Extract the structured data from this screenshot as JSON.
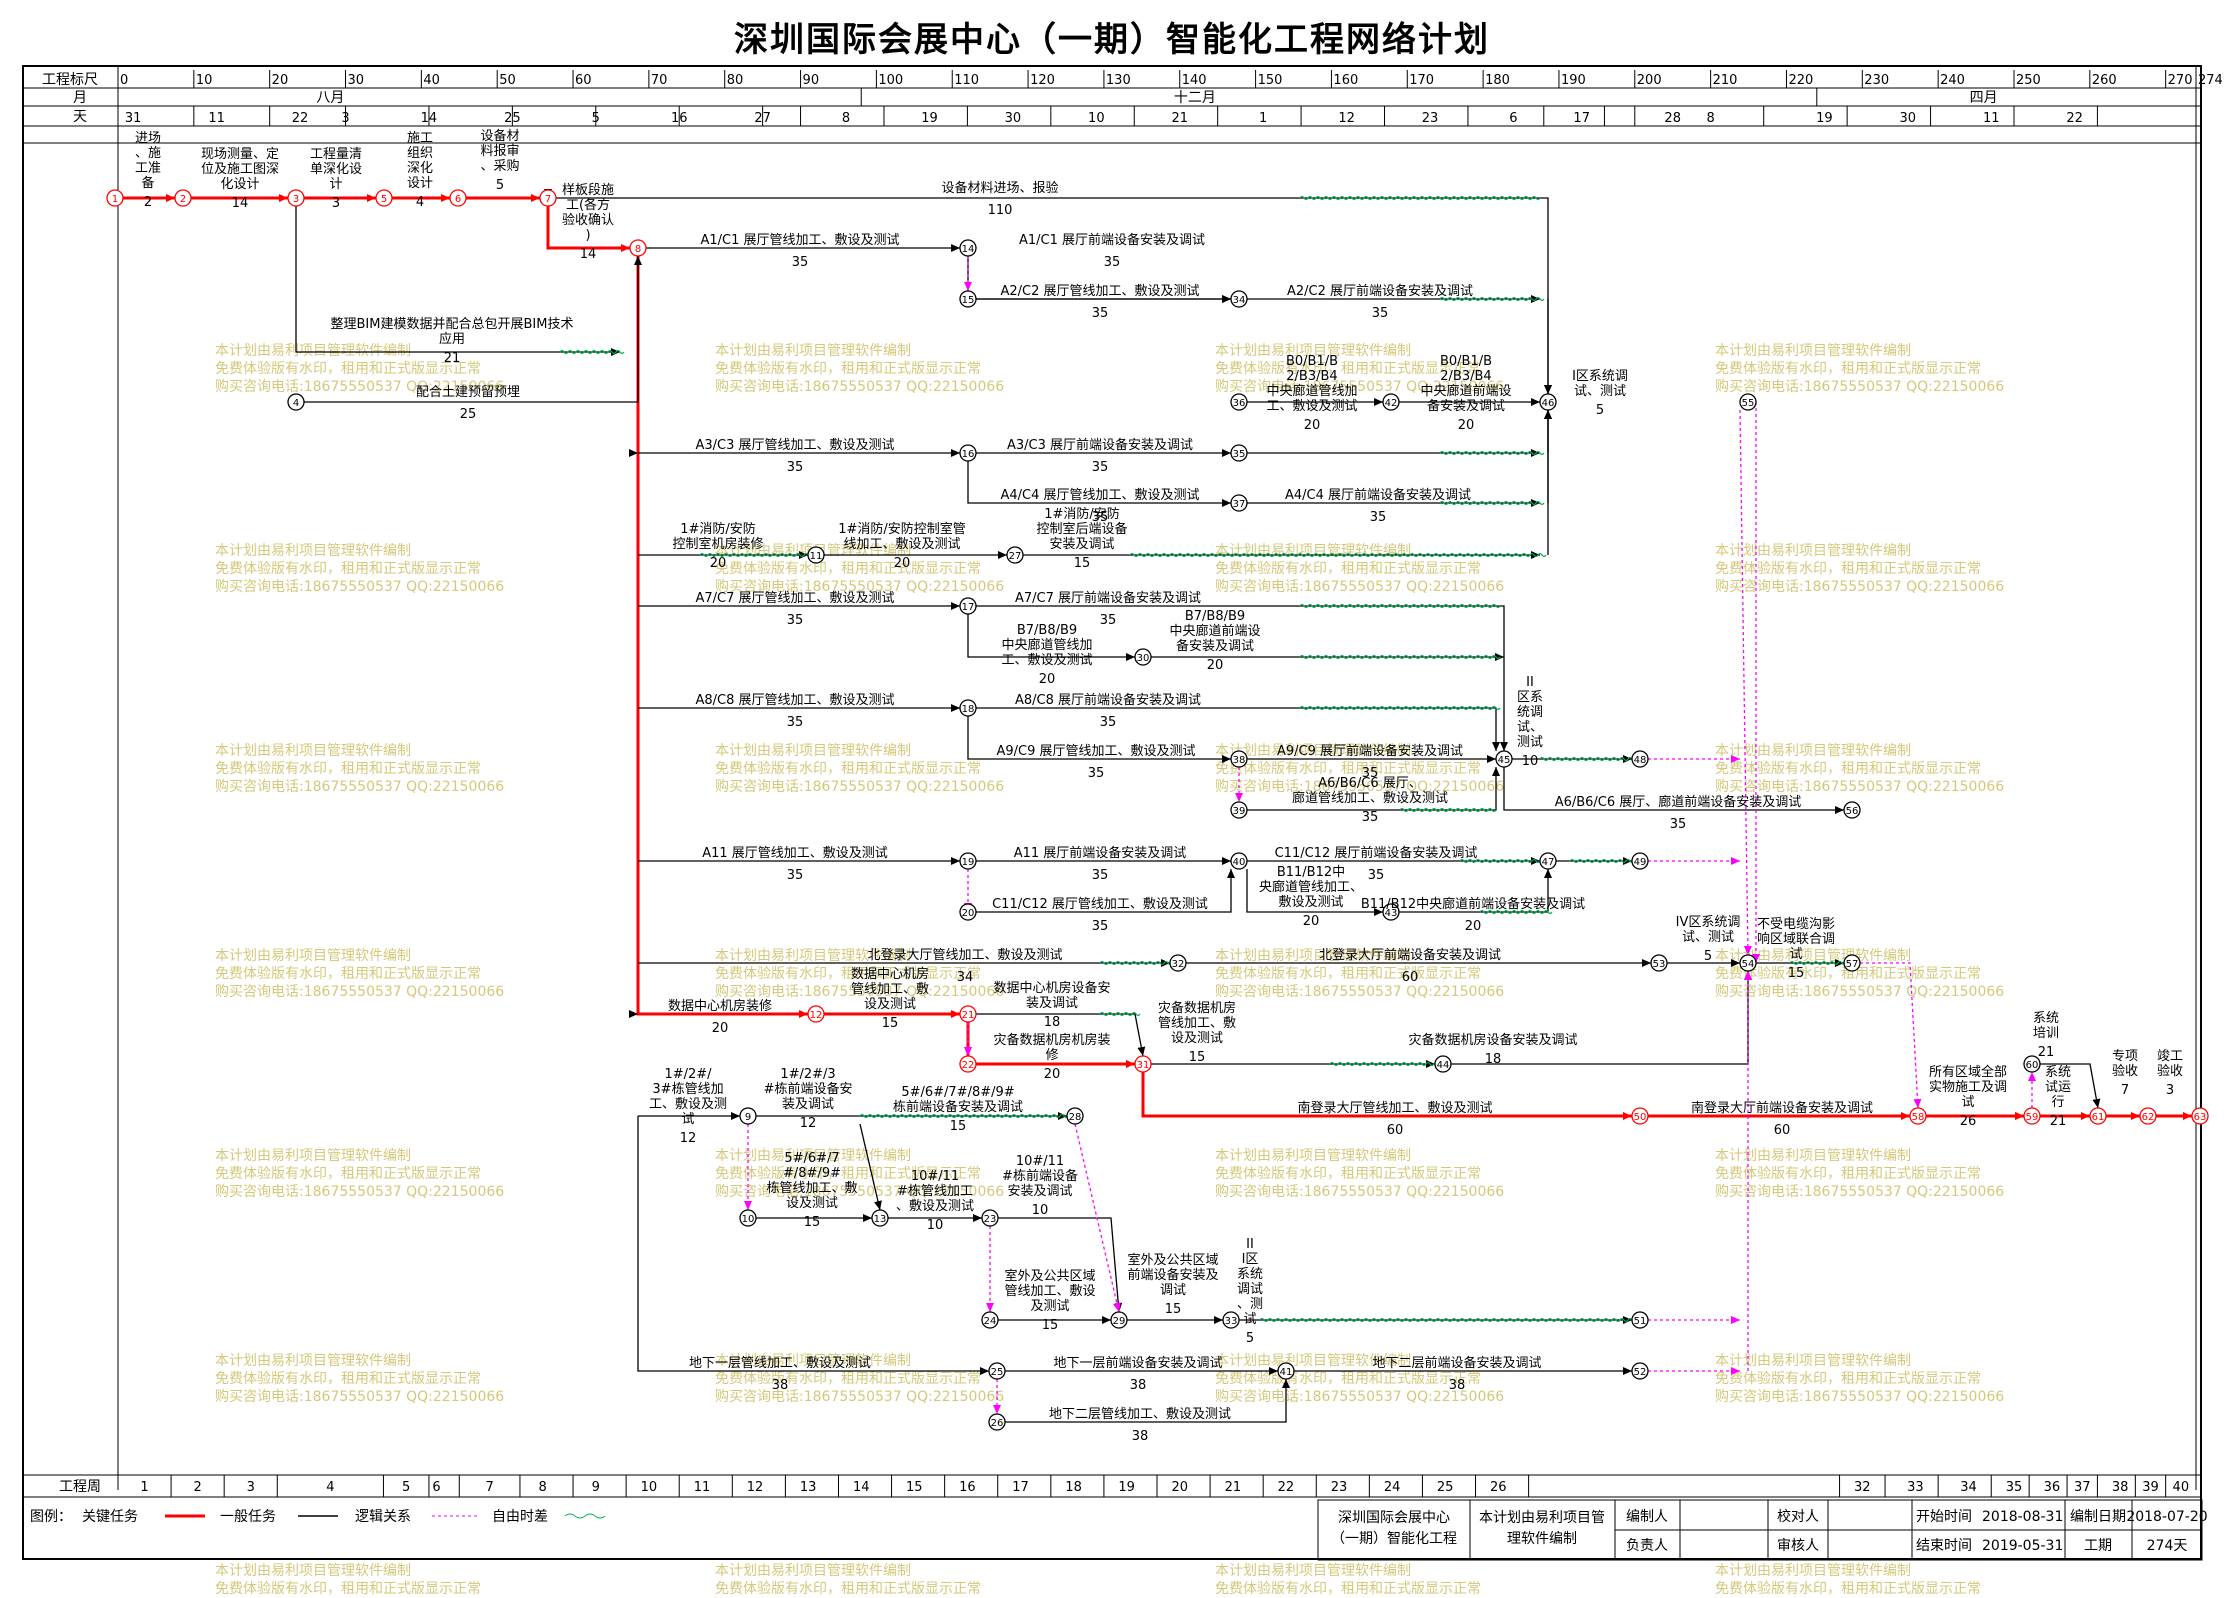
{
  "title": "深圳国际会展中心（一期）智能化工程网络计划",
  "ruler_label": "工程标尺",
  "month_label": "月",
  "day_label": "天",
  "week_label": "工程周",
  "ruler_ticks": [
    "0",
    "10",
    "20",
    "30",
    "40",
    "50",
    "60",
    "70",
    "80",
    "90",
    "100",
    "110",
    "120",
    "130",
    "140",
    "150",
    "160",
    "170",
    "180",
    "190",
    "200",
    "210",
    "220",
    "230",
    "240",
    "250",
    "260",
    "270",
    "274"
  ],
  "months": [
    "八月",
    "十二月",
    "四月"
  ],
  "days": [
    "31",
    "11",
    "22",
    "3",
    "14",
    "25",
    "5",
    "16",
    "27",
    "8",
    "19",
    "30",
    "10",
    "21",
    "1",
    "12",
    "23",
    "6",
    "17",
    "28",
    "8",
    "19",
    "30",
    "11",
    "22"
  ],
  "weeks": [
    "1",
    "2",
    "3",
    "4",
    "5",
    "6",
    "7",
    "8",
    "9",
    "10",
    "11",
    "12",
    "13",
    "14",
    "15",
    "16",
    "17",
    "18",
    "19",
    "20",
    "21",
    "22",
    "23",
    "24",
    "25",
    "26",
    "32",
    "33",
    "34",
    "35",
    "36",
    "37",
    "38",
    "39",
    "40"
  ],
  "legend": {
    "label": "图例：",
    "critical": "关键任务",
    "general": "一般任务",
    "logic": "逻辑关系",
    "float": "自由时差"
  },
  "colors": {
    "critical": "#ff0000",
    "general": "#000000",
    "float": "#00b050",
    "logic": "#ff00ff",
    "watermark": "#d4c87a"
  },
  "footer": {
    "project": "深圳国际会展中心（一期）智能化工程",
    "software": "本计划由易利项目管理软件编制",
    "compiler_label": "编制人",
    "manager_label": "负责人",
    "checker_label": "校对人",
    "reviewer_label": "审核人",
    "start_label": "开始时间",
    "start": "2018-08-31",
    "end_label": "结束时间",
    "end": "2019-05-31",
    "made_label": "编制日期",
    "made": "2018-07-20",
    "duration_label": "工期",
    "duration": "274天"
  },
  "watermark": [
    "本计划由易利项目管理软件编制",
    "免费体验版有水印，租用和正式版显示正常",
    "购买咨询电话:18675550537 QQ:22150066"
  ],
  "tasks": [
    {
      "name": "进场、施工准备",
      "days": "2"
    },
    {
      "name": "现场测量、定位及施工图深化设计",
      "days": "14"
    },
    {
      "name": "工程量清单深化设计",
      "days": "3"
    },
    {
      "name": "施工组织深化设计",
      "days": "4"
    },
    {
      "name": "设备材料报审、采购",
      "days": "5"
    },
    {
      "name": "样板段施工(各方验收确认)",
      "days": "14"
    },
    {
      "name": "设备材料进场、报验",
      "days": "110"
    },
    {
      "name": "整理BIM建模数据并配合总包开展BIM技术应用",
      "days": "21"
    },
    {
      "name": "配合土建预留预埋",
      "days": "25"
    },
    {
      "name": "A1/C1 展厅管线加工、敷设及测试",
      "days": "35"
    },
    {
      "name": "A1/C1 展厅前端设备安装及调试",
      "days": "35"
    },
    {
      "name": "A2/C2 展厅管线加工、敷设及测试",
      "days": "35"
    },
    {
      "name": "A2/C2 展厅前端设备安装及调试",
      "days": "35"
    },
    {
      "name": "B0/B1/B2/B3/B4中央廊道管线加工、敷设及测试",
      "days": "20"
    },
    {
      "name": "B0/B1/B2/B3/B4中央廊道前端设备安装及调试",
      "days": "20"
    },
    {
      "name": "I区系统调试、测试",
      "days": "5"
    },
    {
      "name": "A3/C3 展厅管线加工、敷设及测试",
      "days": "35"
    },
    {
      "name": "A3/C3 展厅前端设备安装及调试",
      "days": "35"
    },
    {
      "name": "A4/C4 展厅管线加工、敷设及测试",
      "days": "35"
    },
    {
      "name": "A4/C4 展厅前端设备安装及调试",
      "days": "35"
    },
    {
      "name": "1#消防/安防控制室机房装修",
      "days": "20"
    },
    {
      "name": "1#消防/安防控制室管线加工、敷设及测试",
      "days": "20"
    },
    {
      "name": "1#消防/安防控制室后端设备安装及调试",
      "days": "15"
    },
    {
      "name": "A7/C7 展厅管线加工、敷设及测试",
      "days": "35"
    },
    {
      "name": "A7/C7 展厅前端设备安装及调试",
      "days": "35"
    },
    {
      "name": "B7/B8/B9 中央廊道管线加工、敷设及测试",
      "days": "20"
    },
    {
      "name": "B7/B8/B9 中央廊道前端设备安装及调试",
      "days": "20"
    },
    {
      "name": "A8/C8 展厅管线加工、敷设及测试",
      "days": "35"
    },
    {
      "name": "A8/C8 展厅前端设备安装及调试",
      "days": "35"
    },
    {
      "name": "A9/C9 展厅管线加工、敷设及测试",
      "days": "35"
    },
    {
      "name": "A9/C9 展厅前端设备安装及调试",
      "days": "35"
    },
    {
      "name": "A6/B6/C6 展厅、廊道管线加工、敷设及测试",
      "days": "35"
    },
    {
      "name": "A6/B6/C6 展厅、廊道前端设备安装及调试",
      "days": "35"
    },
    {
      "name": "II区系统调试、测试",
      "days": "10"
    },
    {
      "name": "A11 展厅管线加工、敷设及测试",
      "days": "35"
    },
    {
      "name": "A11 展厅前端设备安装及调试",
      "days": "35"
    },
    {
      "name": "C11/C12 展厅管线加工、敷设及测试",
      "days": "35"
    },
    {
      "name": "C11/C12 展厅前端设备安装及调试",
      "days": "35"
    },
    {
      "name": "B11/B12中央廊道管线加工、敷设及测试",
      "days": "20"
    },
    {
      "name": "B11/B12中央廊道前端设备安装及调试",
      "days": "20"
    },
    {
      "name": "IV区系统调试、测试",
      "days": "5"
    },
    {
      "name": "北登录大厅管线加工、敷设及测试",
      "days": "34"
    },
    {
      "name": "北登录大厅前端设备安装及调试",
      "days": "60"
    },
    {
      "name": "数据中心机房装修",
      "days": "20"
    },
    {
      "name": "数据中心机房管线加工、敷设及测试",
      "days": "15"
    },
    {
      "name": "数据中心机房设备安装及调试",
      "days": "18"
    },
    {
      "name": "灾备数据机房机房装修",
      "days": "20"
    },
    {
      "name": "灾备数据机房管线加工、敷设及测试",
      "days": "15"
    },
    {
      "name": "灾备数据机房设备安装及调试",
      "days": "18"
    },
    {
      "name": "南登录大厅管线加工、敷设及测试",
      "days": "60"
    },
    {
      "name": "南登录大厅前端设备安装及调试",
      "days": "60"
    },
    {
      "name": "不受电缆沟影响区域联合调试",
      "days": "15"
    },
    {
      "name": "1#/2#/3#栋管线加工、敷设及测试",
      "days": "12"
    },
    {
      "name": "1#/2#/3#栋前端设备安装及调试",
      "days": "12"
    },
    {
      "name": "5#/6#/7#/8#/9#栋前端设备安装及调试",
      "days": "15"
    },
    {
      "name": "5#/6#/7#/8#/9#栋管线加工、敷设及测试",
      "days": "15"
    },
    {
      "name": "10#/11#栋管线加工、敷设及测试",
      "days": "10"
    },
    {
      "name": "10#/11#栋前端设备安装及调试",
      "days": "10"
    },
    {
      "name": "室外及公共区域管线加工、敷设及测试",
      "days": "15"
    },
    {
      "name": "室外及公共区域前端设备安装及调试",
      "days": "15"
    },
    {
      "name": "III区系统调试、测试",
      "days": "5"
    },
    {
      "name": "地下一层管线加工、敷设及测试",
      "days": "38"
    },
    {
      "name": "地下一层前端设备安装及调试",
      "days": "38"
    },
    {
      "name": "地下二层管线加工、敷设及测试",
      "days": "38"
    },
    {
      "name": "地下二层前端设备安装及调试",
      "days": "38"
    },
    {
      "name": "所有区域全部实物施工及调试",
      "days": "26"
    },
    {
      "name": "系统培训",
      "days": "21"
    },
    {
      "name": "系统试运行",
      "days": "21"
    },
    {
      "name": "专项验收",
      "days": "7"
    },
    {
      "name": "竣工验收",
      "days": "3"
    }
  ],
  "nodes": [
    "1",
    "2",
    "3",
    "4",
    "5",
    "6",
    "7",
    "8",
    "9",
    "10",
    "11",
    "12",
    "13",
    "14",
    "15",
    "16",
    "17",
    "18",
    "19",
    "20",
    "21",
    "22",
    "23",
    "24",
    "25",
    "26",
    "27",
    "28",
    "29",
    "30",
    "31",
    "32",
    "33",
    "34",
    "35",
    "36",
    "37",
    "38",
    "39",
    "40",
    "41",
    "42",
    "43",
    "44",
    "45",
    "46",
    "47",
    "48",
    "49",
    "50",
    "51",
    "52",
    "53",
    "54",
    "55",
    "56",
    "57",
    "58",
    "59",
    "60",
    "61",
    "62",
    "63"
  ]
}
